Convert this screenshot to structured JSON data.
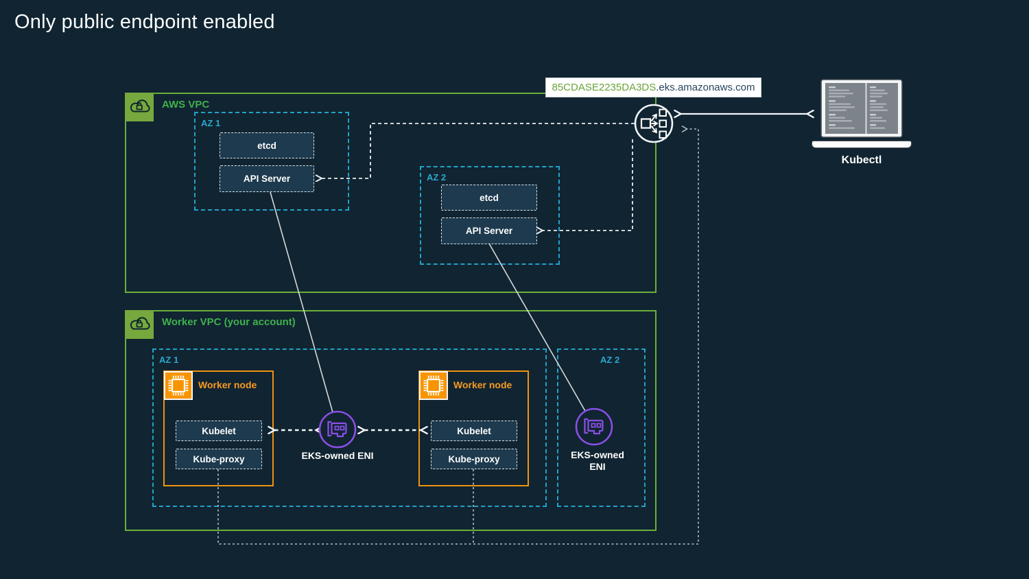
{
  "title": "Only public endpoint enabled",
  "endpoint": {
    "url_id": "85CDASE2235DA3DS",
    "url_suffix": ".eks.amazonaws.com"
  },
  "kubectl": {
    "label": "Kubectl"
  },
  "aws_vpc": {
    "label": "AWS VPC",
    "az1": {
      "label": "AZ 1",
      "etcd": "etcd",
      "api_server": "API Server"
    },
    "az2": {
      "label": "AZ 2",
      "etcd": "etcd",
      "api_server": "API Server"
    }
  },
  "worker_vpc": {
    "label": "Worker VPC (your account)",
    "az1": {
      "label": "AZ 1"
    },
    "az2": {
      "label": "AZ 2"
    },
    "node1": {
      "label": "Worker node",
      "kubelet": "Kubelet",
      "kube_proxy": "Kube-proxy"
    },
    "node2": {
      "label": "Worker node",
      "kubelet": "Kubelet",
      "kube_proxy": "Kube-proxy"
    },
    "eni1": {
      "label": "EKS-owned ENI"
    },
    "eni2": {
      "line1": "EKS-owned",
      "line2": "ENI"
    }
  },
  "colors": {
    "background": "#112431",
    "vpc_green": "#69b03c",
    "az_cyan": "#21a3c9",
    "node_orange": "#f0930f",
    "eni_purple": "#8a4fe8",
    "url_green": "#69a338",
    "url_navy": "#29455e",
    "component_fill": "#1d3a4e"
  }
}
